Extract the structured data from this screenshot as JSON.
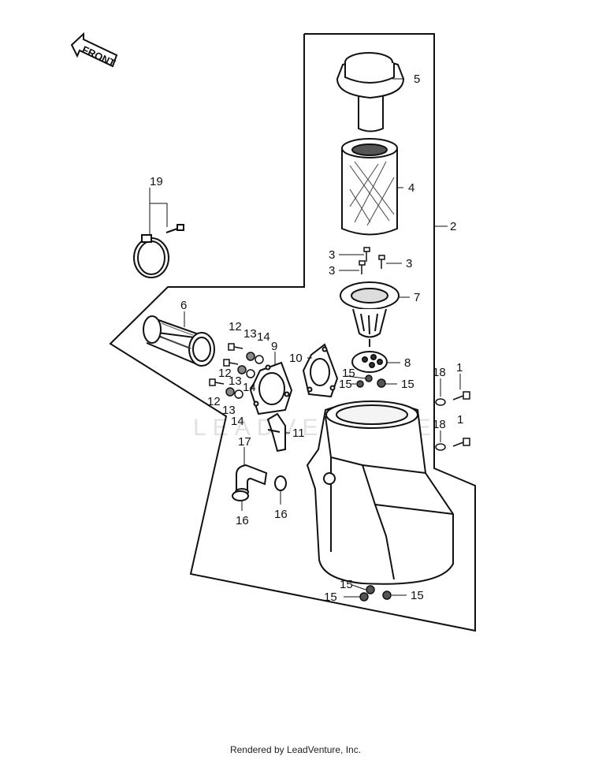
{
  "front_arrow_label": "FRONT",
  "watermark": "LEADVENTURE",
  "footer": "Rendered by LeadVenture, Inc.",
  "callouts": {
    "c1a": "1",
    "c1b": "1",
    "c2": "2",
    "c3a": "3",
    "c3b": "3",
    "c3c": "3",
    "c4": "4",
    "c5": "5",
    "c6": "6",
    "c7": "7",
    "c8": "8",
    "c9": "9",
    "c10": "10",
    "c11": "11",
    "c12a": "12",
    "c12b": "12",
    "c12c": "12",
    "c13a": "13",
    "c13b": "13",
    "c13c": "13",
    "c14a": "14",
    "c14b": "14",
    "c14c": "14",
    "c15a": "15",
    "c15b": "15",
    "c15c": "15",
    "c15d": "15",
    "c15e": "15",
    "c15f": "15",
    "c16a": "16",
    "c16b": "16",
    "c17": "17",
    "c18a": "18",
    "c18b": "18",
    "c19": "19"
  }
}
